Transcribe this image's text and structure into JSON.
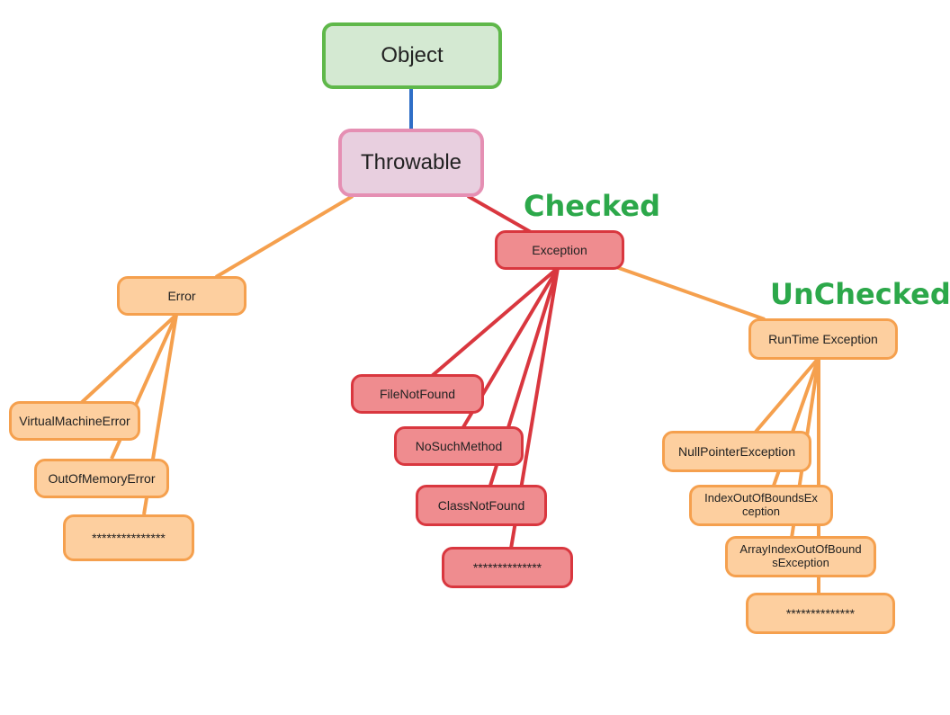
{
  "labels": {
    "checked": "Checked",
    "unchecked": "UnChecked"
  },
  "nodes": {
    "object": "Object",
    "throwable": "Throwable",
    "error": "Error",
    "exception": "Exception",
    "runtime": "RunTime Exception",
    "virtual_machine_error": "VirtualMachineError",
    "out_of_memory_error": "OutOfMemoryError",
    "error_more": "***************",
    "file_not_found": "FileNotFound",
    "no_such_method": "NoSuchMethod",
    "class_not_found": "ClassNotFound",
    "exception_more": "**************",
    "null_pointer": "NullPointerException",
    "index_out_of_bounds": "IndexOutOfBoundsEx ception",
    "array_index_out_of_bounds": "ArrayIndexOutOfBound sException",
    "runtime_more": "**************"
  },
  "colors": {
    "root_border": "#5fb84a",
    "throwable_border": "#e58fb3",
    "orange_border": "#f5a04e",
    "red_border": "#d9373f",
    "blue_edge": "#2f6ec7",
    "label_green": "#2ca84a"
  }
}
